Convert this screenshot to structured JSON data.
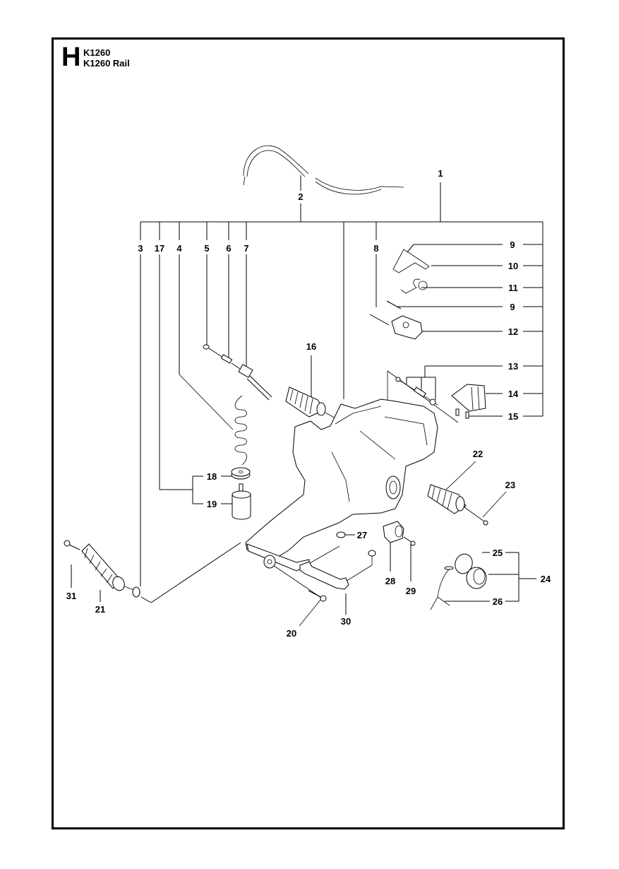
{
  "header": {
    "section_letter": "H",
    "models": [
      "K1260",
      "K1260 Rail"
    ]
  },
  "colors": {
    "ink": "#000000",
    "paper": "#ffffff"
  },
  "diagram": {
    "type": "exploded parts diagram",
    "callouts": [
      {
        "id": "c1",
        "label": "1"
      },
      {
        "id": "c2",
        "label": "2"
      },
      {
        "id": "c3",
        "label": "3"
      },
      {
        "id": "c17",
        "label": "17"
      },
      {
        "id": "c4",
        "label": "4"
      },
      {
        "id": "c5",
        "label": "5"
      },
      {
        "id": "c6",
        "label": "6"
      },
      {
        "id": "c7",
        "label": "7"
      },
      {
        "id": "c8",
        "label": "8"
      },
      {
        "id": "c9a",
        "label": "9"
      },
      {
        "id": "c10",
        "label": "10"
      },
      {
        "id": "c11",
        "label": "11"
      },
      {
        "id": "c9b",
        "label": "9"
      },
      {
        "id": "c12",
        "label": "12"
      },
      {
        "id": "c13",
        "label": "13"
      },
      {
        "id": "c14",
        "label": "14"
      },
      {
        "id": "c15",
        "label": "15"
      },
      {
        "id": "c16",
        "label": "16"
      },
      {
        "id": "c18",
        "label": "18"
      },
      {
        "id": "c19",
        "label": "19"
      },
      {
        "id": "c22",
        "label": "22"
      },
      {
        "id": "c23",
        "label": "23"
      },
      {
        "id": "c27",
        "label": "27"
      },
      {
        "id": "c25",
        "label": "25"
      },
      {
        "id": "c24",
        "label": "24"
      },
      {
        "id": "c26",
        "label": "26"
      },
      {
        "id": "c28",
        "label": "28"
      },
      {
        "id": "c29",
        "label": "29"
      },
      {
        "id": "c31",
        "label": "31"
      },
      {
        "id": "c21",
        "label": "21"
      },
      {
        "id": "c20",
        "label": "20"
      },
      {
        "id": "c30",
        "label": "30"
      }
    ]
  }
}
